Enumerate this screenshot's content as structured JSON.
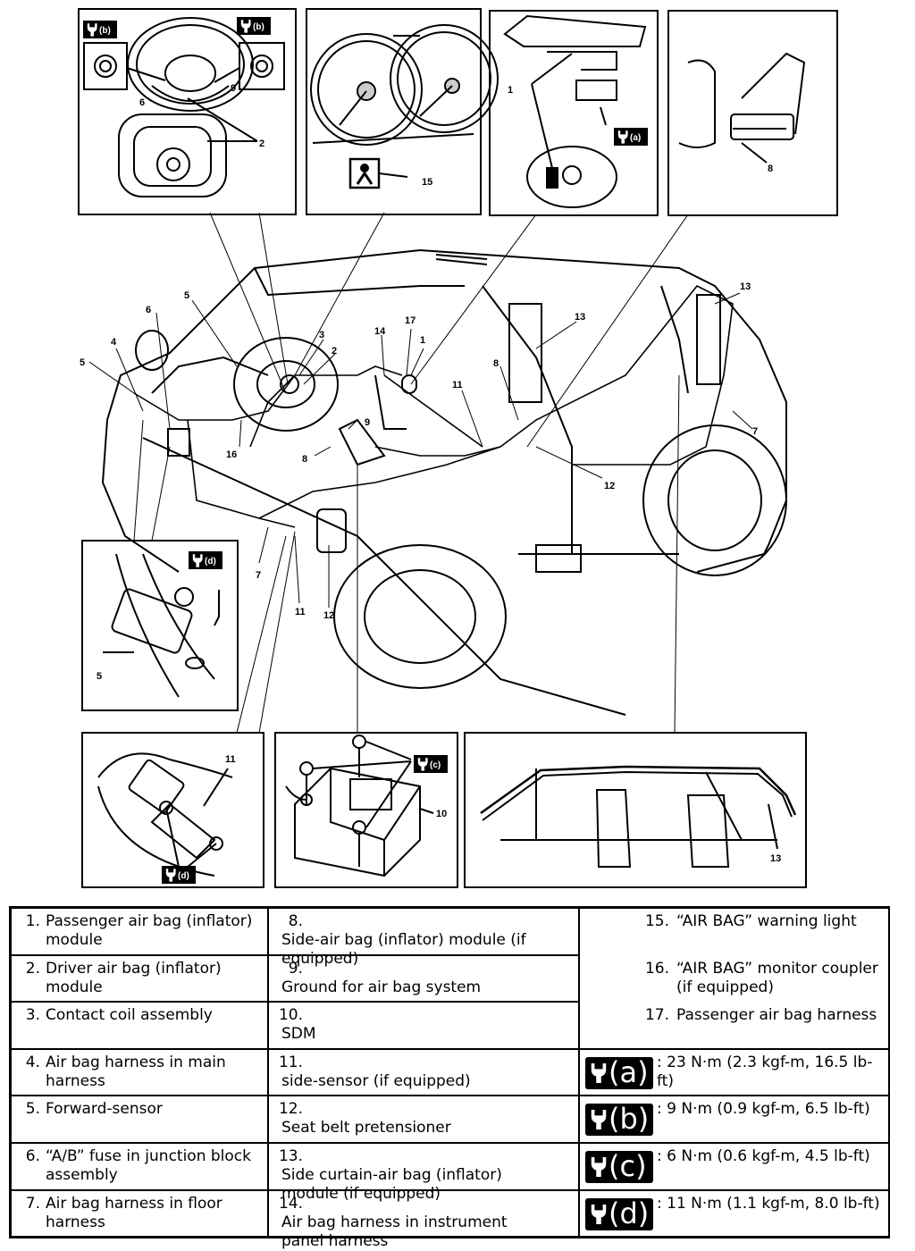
{
  "callouts": {
    "n1": "1",
    "n2": "2",
    "n3": "3",
    "n4": "4",
    "n5": "5",
    "n6": "6",
    "n7": "7",
    "n8": "8",
    "n9": "9",
    "n10": "10",
    "n11": "11",
    "n12": "12",
    "n13": "13",
    "n14": "14",
    "n15": "15",
    "n16": "16",
    "n17": "17"
  },
  "badges": {
    "a": "(a)",
    "b": "(b)",
    "c": "(c)",
    "d": "(d)"
  },
  "legend": {
    "col1": [
      {
        "num": "1.",
        "text": "Passenger air bag (inflator) module"
      },
      {
        "num": "2.",
        "text": "Driver air bag (inflator) module"
      },
      {
        "num": "3.",
        "text": "Contact coil assembly"
      },
      {
        "num": "4.",
        "text": "Air bag harness in main harness"
      },
      {
        "num": "5.",
        "text": "Forward-sensor"
      },
      {
        "num": "6.",
        "text": "“A/B” fuse in junction block assembly"
      },
      {
        "num": "7.",
        "text": "Air bag harness in floor harness"
      }
    ],
    "col2": [
      {
        "num": "8.",
        "text": "Side-air bag (inflator) module (if equipped)"
      },
      {
        "num": "9.",
        "text": "Ground for air bag system"
      },
      {
        "num": "10.",
        "text": "SDM"
      },
      {
        "num": "11.",
        "text": "side-sensor (if equipped)"
      },
      {
        "num": "12.",
        "text": "Seat belt pretensioner"
      },
      {
        "num": "13.",
        "text": "Side curtain-air bag (inflator) module (if equipped)"
      },
      {
        "num": "14.",
        "text": "Air bag harness in instrument panel harness"
      }
    ],
    "col3": [
      {
        "num": "15.",
        "text": "“AIR BAG” warning light"
      },
      {
        "num": "16.",
        "text": "“AIR BAG” monitor coupler (if equipped)"
      },
      {
        "num": "17.",
        "text": "Passenger air bag harness"
      }
    ],
    "torques": [
      {
        "letter": "(a)",
        "text": ": 23 N·m (2.3 kgf-m, 16.5 lb-ft)"
      },
      {
        "letter": "(b)",
        "text": ": 9 N·m (0.9 kgf-m, 6.5 lb-ft)"
      },
      {
        "letter": "(c)",
        "text": ": 6 N·m (0.6 kgf-m, 4.5 lb-ft)"
      },
      {
        "letter": "(d)",
        "text": ": 11 N·m (1.1 kgf-m, 8.0 lb-ft)"
      }
    ]
  }
}
